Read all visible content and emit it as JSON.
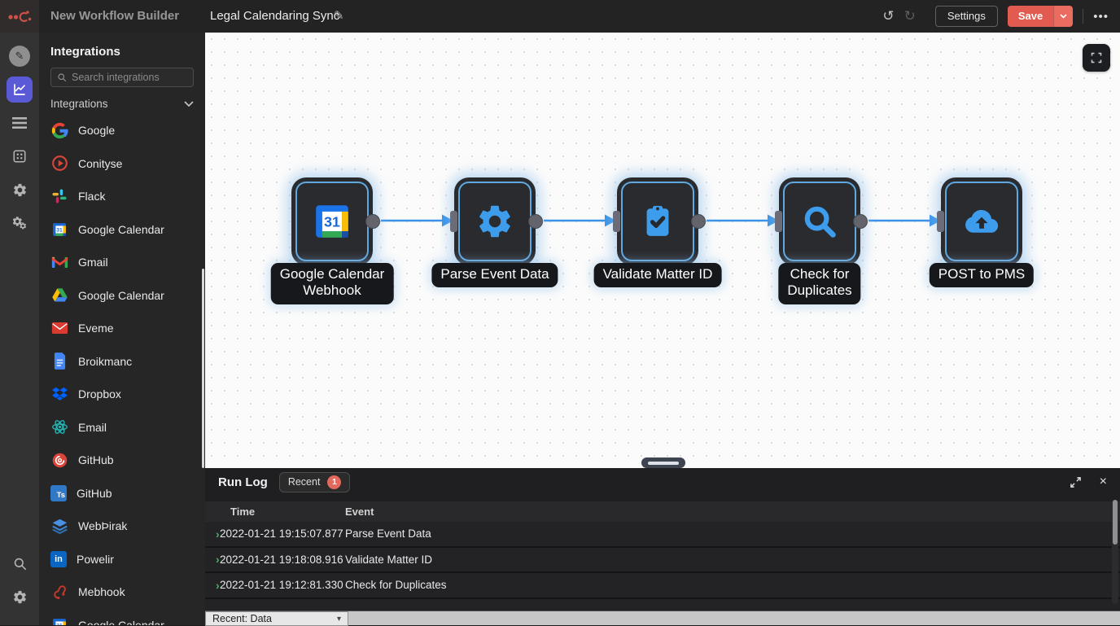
{
  "topbar": {
    "app_title": "New Workflow Builder",
    "workflow_name": "Legal Calendaring Sync",
    "undo": "↺",
    "redo": "↻",
    "settings_label": "Settings",
    "save_label": "Save",
    "menu": "•••"
  },
  "rail": {
    "items": [
      "compass-pencil",
      "chart-active",
      "menu-list",
      "modules-grid",
      "settings-gear",
      "workflow-gears",
      "search",
      "settings-gear-bottom"
    ]
  },
  "sidebar": {
    "title": "Integrations",
    "search_placeholder": "Search integrations",
    "section_label": "Integrations",
    "items": [
      {
        "label": "Google",
        "icon": "google"
      },
      {
        "label": "Conityse",
        "icon": "red-play-circle"
      },
      {
        "label": "Flack",
        "icon": "slack-pinwheel"
      },
      {
        "label": "Google Calendar",
        "icon": "google-calendar"
      },
      {
        "label": "Gmail",
        "icon": "gmail"
      },
      {
        "label": "Google Calendar",
        "icon": "google-drive-triangle"
      },
      {
        "label": "Eveme",
        "icon": "red-envelope"
      },
      {
        "label": "Broikmanc",
        "icon": "blue-document"
      },
      {
        "label": "Dropbox",
        "icon": "dropbox"
      },
      {
        "label": "Email",
        "icon": "teal-atom"
      },
      {
        "label": "GitHub",
        "icon": "red-swirl"
      },
      {
        "label": "GitHub",
        "icon": "typescript-square"
      },
      {
        "label": "WebÞirak",
        "icon": "blue-layers"
      },
      {
        "label": "Powelir",
        "icon": "linkedin"
      },
      {
        "label": "Mebhook",
        "icon": "red-hook"
      },
      {
        "label": "Google Calendar",
        "icon": "google-calendar"
      }
    ]
  },
  "icons": {
    "calendar_day": "31"
  },
  "canvas": {
    "nodes": [
      {
        "label": "Google Calendar\nWebhook",
        "icon": "google-calendar"
      },
      {
        "label": "Parse Event Data",
        "icon": "gear"
      },
      {
        "label": "Validate Matter ID",
        "icon": "clipboard-check"
      },
      {
        "label": "Check for\nDuplicates",
        "icon": "magnifier"
      },
      {
        "label": "POST to PMS",
        "icon": "cloud-upload"
      }
    ]
  },
  "runlog": {
    "title": "Run Log",
    "tab_label": "Recent",
    "badge": "1",
    "col_time": "Time",
    "col_event": "Event",
    "rows": [
      {
        "time": "2022-01-21 19:15:07.877",
        "event": "Parse Event Data"
      },
      {
        "time": "2022-01-21 19:18:08.916",
        "event": "Validate Matter ID"
      },
      {
        "time": "2022-01-21 19:12:81.330",
        "event": "Check for Duplicates"
      }
    ],
    "footer_dropdown": "Recent: Data"
  },
  "colors": {
    "accent_purple": "#5a5ad6",
    "save_red": "#e25b50",
    "arrow_blue": "#3a93e8",
    "node_icon_blue": "#3d9ceb",
    "badge_red": "#e2695e",
    "row_chevron_green": "#4cae6b"
  }
}
